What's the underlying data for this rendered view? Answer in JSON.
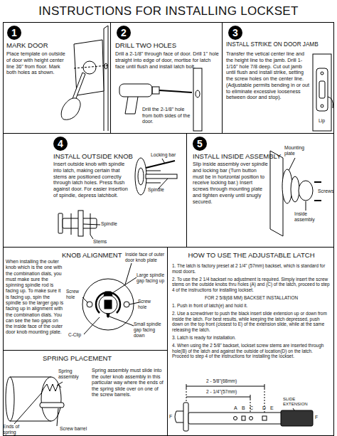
{
  "diagram": {
    "title": "INSTRUCTIONS FOR INSTALLING LOCKSET",
    "nodes": [
      {
        "text": [
          "MARK DOOR",
          "Place template on outside of door with height center line 36\" from floor. Mark both holes as shown."
        ]
      },
      {
        "text": [
          "1"
        ],
        "in": 0
      },
      {
        "text": [
          "DRILL TWO HOLES",
          "Drill a 2-1/8\" through face of door. Drill 1\" hole straight into edge of door, mortise for latch face until flush and install latch bolt."
        ]
      },
      {
        "text": [
          "2"
        ],
        "in": 2
      },
      {
        "text": [
          "INSTALL STRIKE ON DOOR JAMB",
          "Transfer the vetical center line and the height line to the jamb. Drill 1-1/16\" hole 7/8 deep. Cut out jamb until flush and install strike, setting the screw holes on the center line. (Adjustable permits bending in or out to eliminate excessive looseness between door and stop)."
        ]
      },
      {
        "text": [
          "3"
        ],
        "in": 4
      },
      {
        "text": [
          "INSTALL OUTSIDE KNOB",
          "Insert outside knob with spindle into latch, making certain that stems are positioned correctly through latch holes. Press flush against door. For easier insertion of spindle, depress latchbolt."
        ]
      },
      {
        "text": [
          "4"
        ],
        "in": 6
      },
      {
        "text": [
          "INSTALL INSIDE ASSEMBLY",
          "Slip inside assembly over spindle and locking bar (Turn button must be in horizontal position to receive locking bar.) Insert screws through mounting plate and tighten evenly until snugly secured."
        ]
      },
      {
        "text": [
          "5"
        ],
        "in": 8
      },
      {
        "text": [
          "KNOB ALIGNMENT",
          "When installing the outer knob which is the one with the combination dials, you must make sure the spinning spindle rod is facing up. To make sure it is facing up, spin the spindle so the larger gap is facing up in alignment with the combination dials. You can see the two gaps on the inside face of the outer door knob mounting plate."
        ]
      },
      {
        "text": [
          "SPRING PLACEMENT",
          "Spring assembly must slide into the outer knob assembly in this particular way where the ends of the spring slide over on one of the screw barrels."
        ]
      },
      {
        "text": [
          "HOW TO USE THE ADJUSTABLE LATCH",
          "1. The latch is factory preset at 2 1/4\" (57mm) backset, which is standard for most doors.",
          "2. To use the 2 1/4 backset no adjustment is required. Simply insert the screw stems on the outside knobs thru holes (A) and (C) of the latch, proceed to step 4 of the instructions for installing lockset.",
          "FOR 2 5/8(68 MM) BACKSET INSTALLATION",
          "1. Push in front of latch(e) and hold it.",
          "2. Use a screwdriver to push the black insert slide extension up or down from inside the latch. For best results, while keeping the latch depressed, push down on the top front (closest to E) of the extension slide, while at the same releasing the latch.",
          "3. Latch is ready for installation.",
          "4. When using the 2 5/8\" backset, lockset screw stems are inserted through hole(B) of the latch and against the outside of location(D) on the latch. Proceed to step 4 of the instructions for installing the lockset."
        ]
      }
    ],
    "labels": [
      "Drill the 2-1/8\" hole from both sides of the door.",
      "Lip",
      "Locking bar",
      "Spindle",
      "Spindle",
      "Stems",
      "Mounting plate",
      "Screws",
      "Inside assembly",
      "Inside face of outer door knob plate",
      "Large spindle gap facing up",
      "Screw hole",
      "Screw hole",
      "C-Clip",
      "Small spindle gap facing down",
      "Spring assembly",
      "Ends of spring",
      "Screw barrel",
      "2 - 5/8\"(68mm)",
      "2 - 1/4\"(57mm)",
      "A",
      "B",
      "C",
      "D",
      "E",
      "F",
      "F",
      "SLIDE EXTENSION"
    ]
  }
}
